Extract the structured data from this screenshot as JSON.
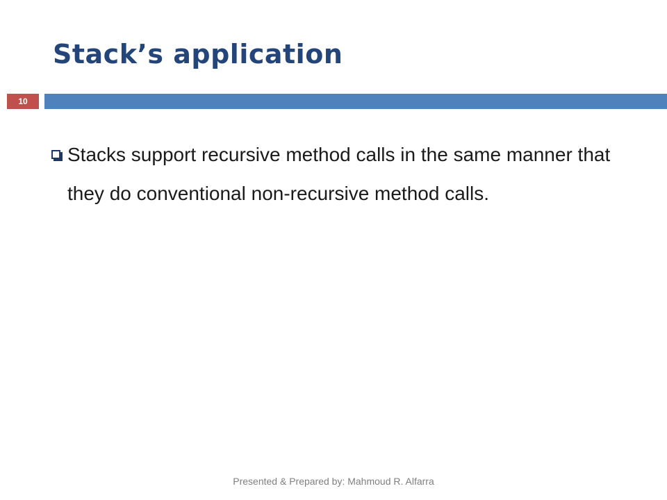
{
  "slide": {
    "title": "Stack’s application",
    "number": "10",
    "bullets": [
      {
        "icon": "hollow-square-bullet-icon",
        "text": "Stacks support recursive method calls in the same manner that they do conventional non-recursive method calls."
      }
    ],
    "footer": "Presented & Prepared by: Mahmoud R. Alfarra"
  },
  "colors": {
    "title": "#24457a",
    "slide_number_box": "#c0504d",
    "title_bar": "#4f81bd",
    "body_text": "#1a1a1a",
    "footer_text": "#7f7f7f"
  }
}
